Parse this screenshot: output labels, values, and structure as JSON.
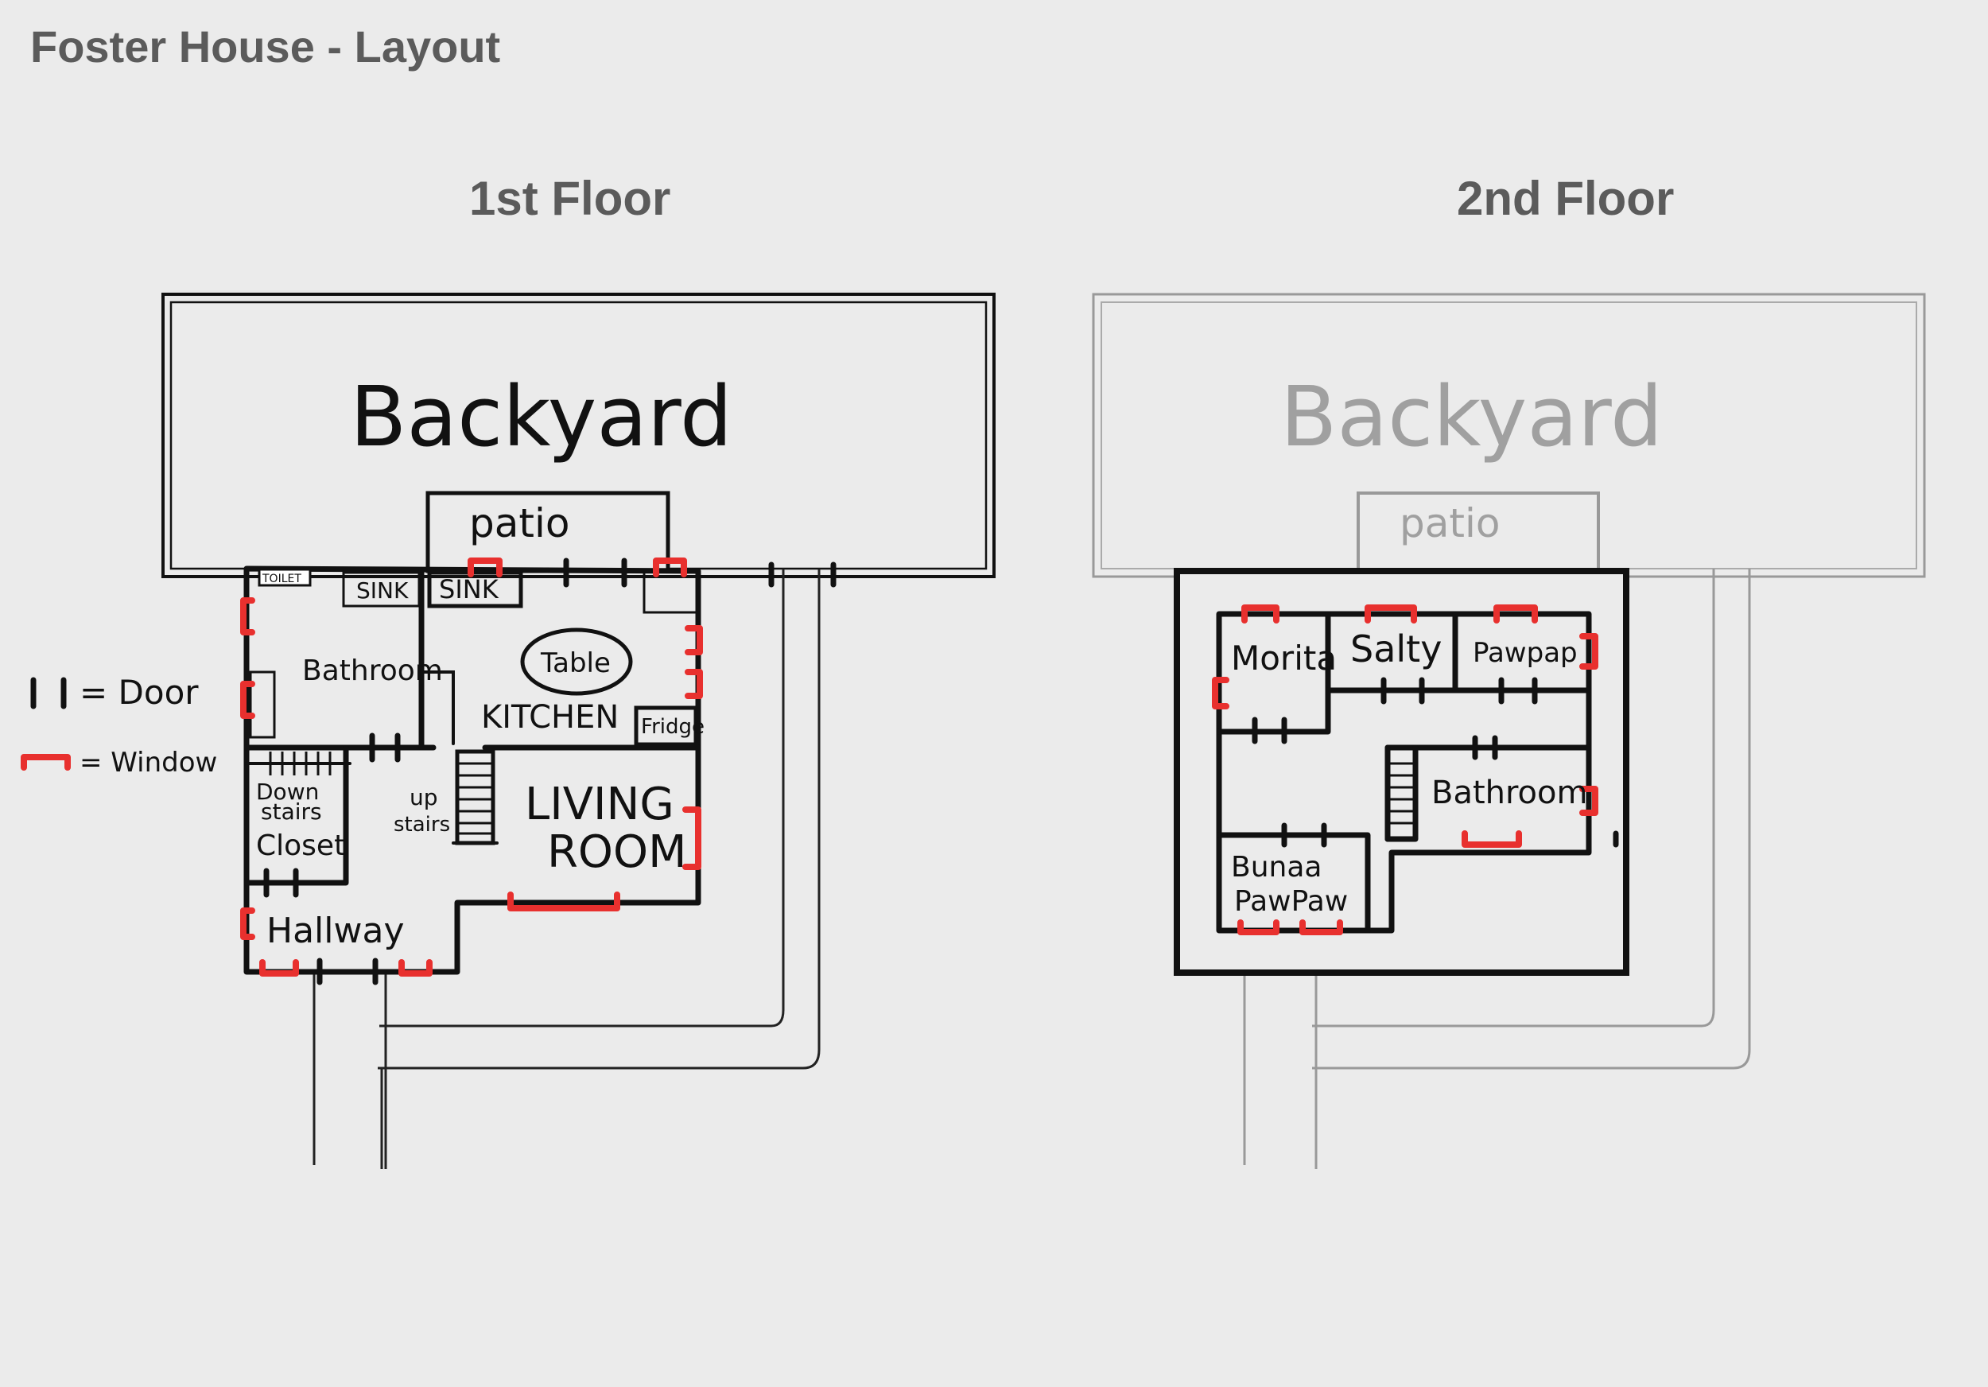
{
  "page": {
    "title": "Foster House - Layout"
  },
  "legend": {
    "door_label": "= Door",
    "window_label": "= Window"
  },
  "floor1": {
    "heading": "1st Floor",
    "backyard": "Backyard",
    "patio": "patio",
    "rooms": {
      "toilet": "TOILET",
      "sink1": "SINK",
      "sink2": "SINK",
      "bathroom": "Bathroom",
      "table": "Table",
      "kitchen": "KITCHEN",
      "fridge": "Fridge",
      "living_line1": "LIVING",
      "living_line2": "ROOM",
      "up_line1": "up",
      "up_line2": "stairs",
      "down_line1": "Down",
      "down_line2": "stairs",
      "down_line3": "Closet",
      "hallway": "Hallway"
    }
  },
  "floor2": {
    "heading": "2nd Floor",
    "backyard": "Backyard",
    "patio": "patio",
    "rooms": {
      "morita": "Morita",
      "salty": "Salty",
      "pawpap": "Pawpap",
      "bathroom": "Bathroom",
      "bunaa_line1": "Bunaa",
      "bunaa_line2": "PawPaw"
    }
  },
  "colors": {
    "background": "#ebebeb",
    "wall": "#111111",
    "window": "#e8302e",
    "faded": "#a0a0a0",
    "title": "#5b5b5b"
  }
}
